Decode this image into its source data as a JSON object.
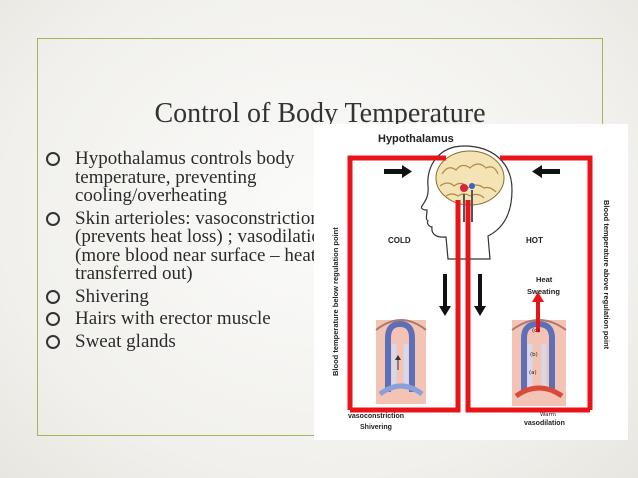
{
  "slide": {
    "title": "Control of Body Temperature",
    "bullets": [
      "Hypothalamus controls body temperature, preventing cooling/overheating",
      "Skin arterioles: vasoconstriction (prevents heat loss) ; vasodilation (more blood near surface – heat is transferred out)",
      "Shivering",
      "Hairs with erector muscle",
      "Sweat glands"
    ]
  },
  "figure": {
    "hypothalamus_label": "Hypothalamus",
    "cold_label": "COLD",
    "hot_label": "HOT",
    "heat_label": "Heat",
    "sweating_label": "Sweating",
    "vasoconstriction_label": "vasoconstriction",
    "shivering_label": "Shivering",
    "warm_label": "Warm",
    "vasodilation_label": "vasodilation",
    "left_axis_label": "Blood temperature below regulation point",
    "right_axis_label": "Blood temperature above regulation point",
    "marker_a": "(a)",
    "marker_b": "(b)",
    "marker_c": "(c)",
    "accent_red": "#e8141a",
    "frame_green": "#a9b35a"
  }
}
